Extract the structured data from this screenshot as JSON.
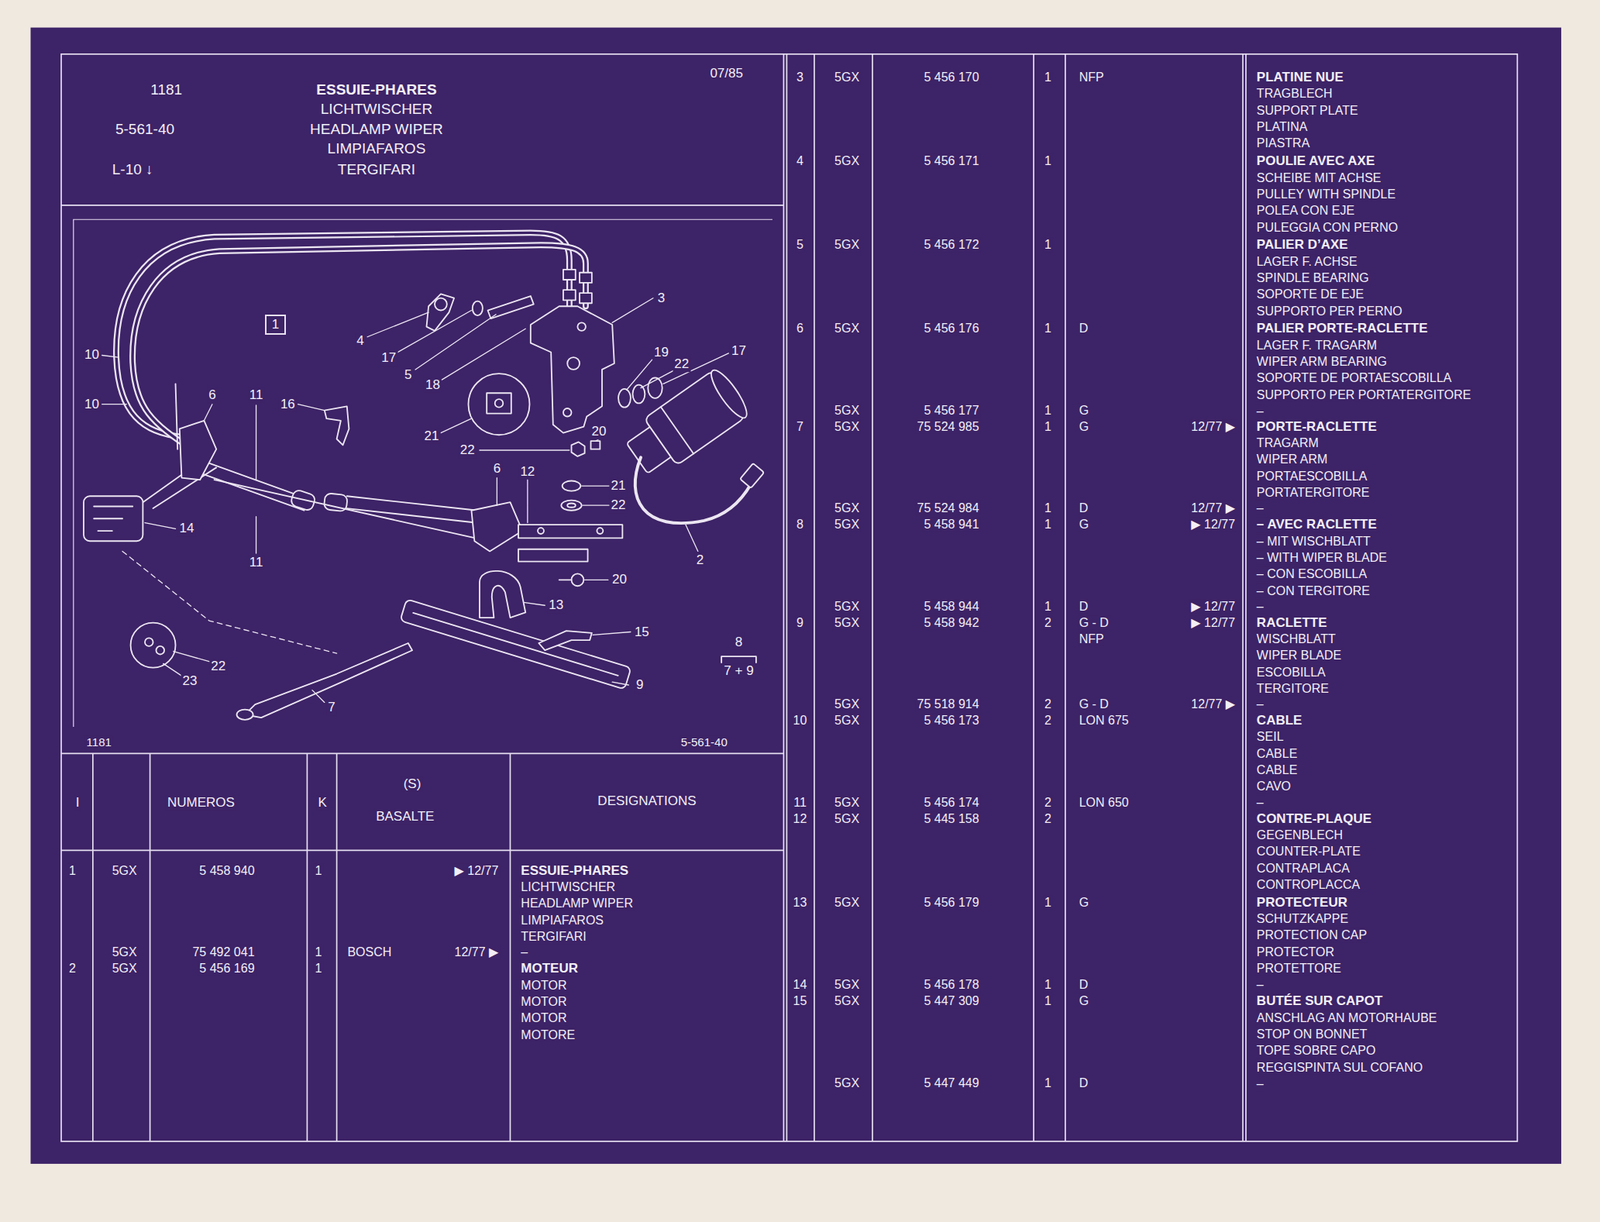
{
  "diagram": {
    "title": "ESSUIE-PHARES",
    "nodes": [
      {
        "text": [
          "1181",
          "5-561-40",
          "L-10 ↓",
          "LICHTWISCHER",
          "HEADLAMP WIPER",
          "LIMPIAFAROS",
          "TERGIFARI",
          "07/85"
        ]
      },
      {
        "text": [
          "1"
        ]
      }
    ],
    "labels": [
      "10",
      "10",
      "4",
      "3",
      "17",
      "5",
      "18",
      "19",
      "22",
      "17",
      "6",
      "11",
      "16",
      "21",
      "22",
      "20",
      "6",
      "12",
      "21",
      "22",
      "14",
      "11",
      "2",
      "20",
      "13",
      "15",
      "8",
      "7 + 9",
      "22",
      "23",
      "9",
      "7",
      "1181",
      "5-561-40",
      "I",
      "NUMEROS",
      "K",
      "(S)",
      "BASALTE",
      "DESIGNATIONS",
      "1",
      "5GX",
      "5 458 940",
      "1",
      "▶ 12/77",
      "ESSUIE-PHARES",
      "LICHTWISCHER",
      "HEADLAMP WIPER",
      "LIMPIAFAROS",
      "TERGIFARI",
      "5GX",
      "75 492 041",
      "1",
      "BOSCH",
      "12/77 ▶",
      "–",
      "2",
      "5GX",
      "5 456 169",
      "1",
      "MOTEUR",
      "MOTOR",
      "MOTOR",
      "MOTOR",
      "MOTORE",
      "3",
      "5GX",
      "5 456 170",
      "1",
      "NFP",
      "PLATINE NUE",
      "TRAGBLECH",
      "SUPPORT PLATE",
      "PLATINA",
      "PIASTRA",
      "4",
      "5GX",
      "5 456 171",
      "1",
      "POULIE AVEC AXE",
      "SCHEIBE MIT ACHSE",
      "PULLEY WITH SPINDLE",
      "POLEA CON EJE",
      "PULEGGIA CON PERNO",
      "5",
      "5GX",
      "5 456 172",
      "1",
      "PALIER D’AXE",
      "LAGER F. ACHSE",
      "SPINDLE BEARING",
      "SOPORTE DE EJE",
      "SUPPORTO PER PERNO",
      "6",
      "5GX",
      "5 456 176",
      "1",
      "D",
      "PALIER PORTE-RACLETTE",
      "LAGER F. TRAGARM",
      "WIPER ARM BEARING",
      "SOPORTE DE PORTAESCOBILLA",
      "SUPPORTO PER PORTATERGITORE",
      "–",
      "5GX",
      "5 456 177",
      "1",
      "G",
      "7",
      "5GX",
      "75 524 985",
      "1",
      "G",
      "12/77 ▶",
      "PORTE-RACLETTE",
      "TRAGARM",
      "WIPER ARM",
      "PORTAESCOBILLA",
      "PORTATERGITORE",
      "5GX",
      "75 524 984",
      "1",
      "D",
      "12/77 ▶",
      "–",
      "8",
      "5GX",
      "5 458 941",
      "1",
      "G",
      "▶ 12/77",
      "– AVEC RACLETTE",
      "– MIT WISCHBLATT",
      "– WITH WIPER BLADE",
      "– CON ESCOBILLA",
      "– CON TERGITORE",
      "5GX",
      "5 458 944",
      "1",
      "D",
      "▶ 12/77",
      "–",
      "9",
      "5GX",
      "5 458 942",
      "2",
      "G - D",
      "NFP",
      "▶ 12/77",
      "RACLETTE",
      "WISCHBLATT",
      "WIPER BLADE",
      "ESCOBILLA",
      "TERGITORE",
      "5GX",
      "75 518 914",
      "2",
      "G - D",
      "12/77 ▶",
      "–",
      "10",
      "5GX",
      "5 456 173",
      "2",
      "LON 675",
      "CABLE",
      "SEIL",
      "CABLE",
      "CABLE",
      "CAVO",
      "11",
      "5GX",
      "5 456 174",
      "2",
      "LON 650",
      "–",
      "12",
      "5GX",
      "5 445 158",
      "2",
      "CONTRE-PLAQUE",
      "GEGENBLECH",
      "COUNTER-PLATE",
      "CONTRAPLACA",
      "CONTROPLACCA",
      "13",
      "5GX",
      "5 456 179",
      "1",
      "G",
      "PROTECTEUR",
      "SCHUTZKAPPE",
      "PROTECTION CAP",
      "PROTECTOR",
      "PROTETTORE",
      "–",
      "14",
      "5GX",
      "5 456 178",
      "1",
      "D",
      "15",
      "5GX",
      "5 447 309",
      "1",
      "G",
      "BUTÉE SUR CAPOT",
      "ANSCHLAG AN MOTORHAUBE",
      "STOP ON BONNET",
      "TOPE SOBRE CAPO",
      "REGGISPINTA SUL COFANO",
      "–",
      "5GX",
      "5 447 449",
      "1",
      "D"
    ]
  }
}
